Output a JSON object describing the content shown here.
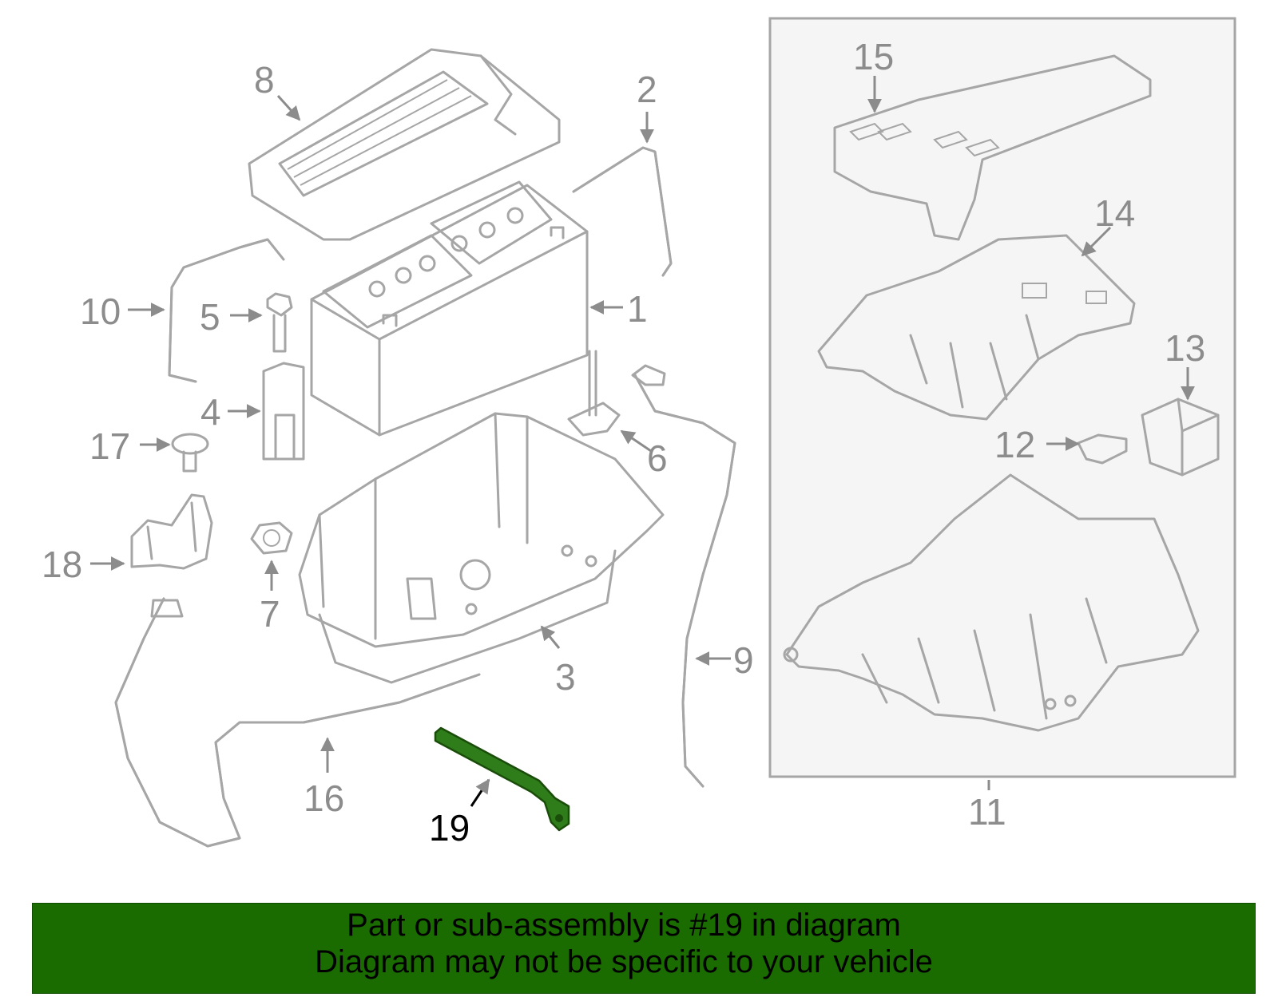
{
  "diagram": {
    "callouts": [
      "1",
      "2",
      "3",
      "4",
      "5",
      "6",
      "7",
      "8",
      "9",
      "10",
      "11",
      "12",
      "13",
      "14",
      "15",
      "16",
      "17",
      "18",
      "19"
    ],
    "highlighted_part": "19",
    "highlight_color": "#1a6b00",
    "part_line_color": "#a6a6a6"
  },
  "banner": {
    "line1": "Part or sub-assembly is #19 in diagram",
    "line2": "Diagram may not be specific to your vehicle",
    "background": "#1a6b00"
  }
}
